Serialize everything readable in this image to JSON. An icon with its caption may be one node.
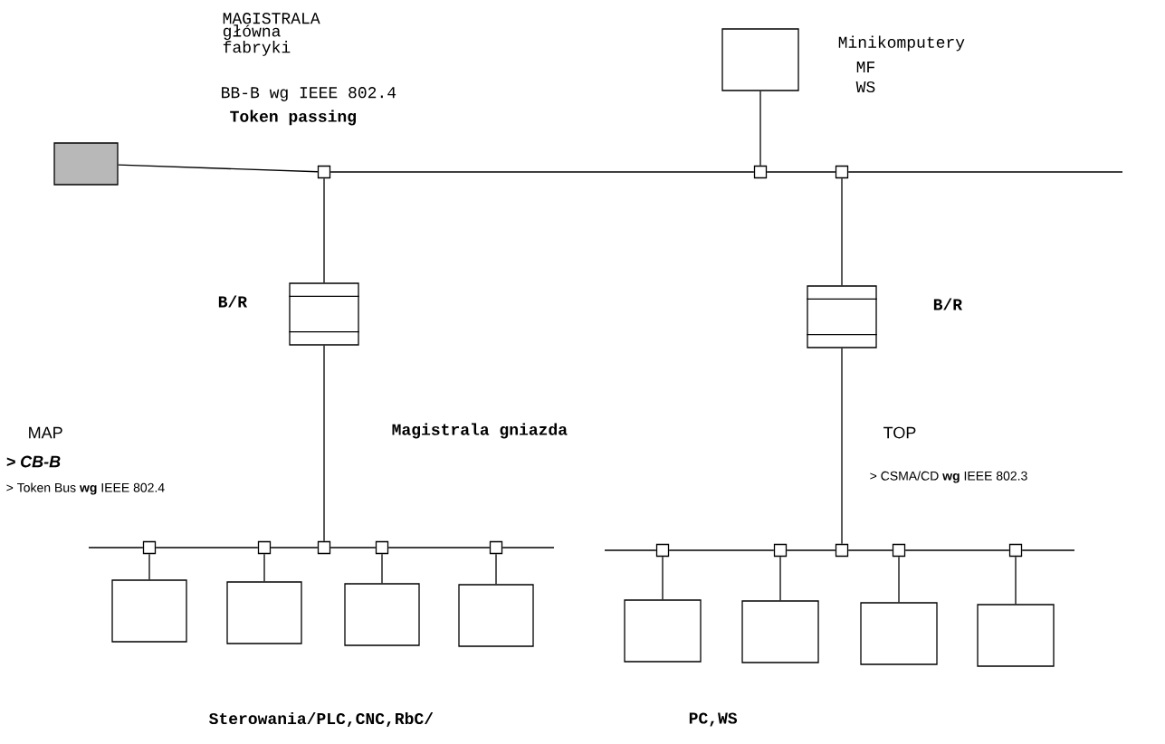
{
  "diagram": {
    "nodes": [
      {
        "text": [],
        "shape": "box"
      },
      {
        "text": [],
        "shape": "box"
      },
      {
        "text": [],
        "shape": "box"
      },
      {
        "text": [],
        "shape": "box"
      },
      {
        "text": [],
        "shape": "box",
        "beside": [
          "Minikomputery",
          "MF",
          "WS"
        ]
      },
      {
        "text": [
          "B/R"
        ]
      },
      {
        "text": [
          "B/R"
        ]
      },
      {
        "text": [],
        "shape": "box"
      },
      {
        "text": [],
        "shape": "box"
      },
      {
        "text": [],
        "shape": "box"
      },
      {
        "text": [],
        "shape": "box"
      },
      {
        "text": [],
        "shape": "box"
      },
      {
        "text": [],
        "shape": "box"
      },
      {
        "text": [],
        "shape": "box"
      },
      {
        "text": [],
        "shape": "box"
      },
      {
        "text": [],
        "shape": "box"
      },
      {
        "text": [],
        "shape": "box"
      },
      {
        "text": [],
        "shape": "box"
      },
      {
        "text": [],
        "shape": "box"
      },
      {
        "text": [],
        "shape": "box"
      },
      {
        "text": [],
        "shape": "box"
      },
      {
        "text": [],
        "shape": "box"
      },
      {
        "text": [],
        "shape": "box"
      },
      {
        "text": [],
        "shape": "box"
      },
      {
        "text": [],
        "shape": "box"
      }
    ],
    "edges": [
      {
        "from": 0,
        "to": 1,
        "arrow": "none"
      },
      {
        "from": 1,
        "to": 2,
        "arrow": "none"
      },
      {
        "from": 2,
        "to": 3,
        "arrow": "none"
      },
      {
        "from": 3,
        "to": null,
        "arrow": "none"
      },
      {
        "from": 4,
        "to": 2,
        "arrow": "none"
      },
      {
        "from": 1,
        "to": 5,
        "arrow": "none"
      },
      {
        "from": 3,
        "to": 6,
        "arrow": "none"
      },
      {
        "from": 5,
        "to": 9,
        "arrow": "none"
      },
      {
        "from": 6,
        "to": 14,
        "arrow": "none"
      },
      {
        "from": null,
        "to": 7,
        "arrow": "none"
      },
      {
        "from": 7,
        "to": 8,
        "arrow": "none"
      },
      {
        "from": 8,
        "to": 9,
        "arrow": "none"
      },
      {
        "from": 9,
        "to": 10,
        "arrow": "none"
      },
      {
        "from": 10,
        "to": 11,
        "arrow": "none"
      },
      {
        "from": 11,
        "to": null,
        "arrow": "none"
      },
      {
        "from": null,
        "to": 12,
        "arrow": "none"
      },
      {
        "from": 12,
        "to": 13,
        "arrow": "none"
      },
      {
        "from": 13,
        "to": 14,
        "arrow": "none"
      },
      {
        "from": 14,
        "to": 15,
        "arrow": "none"
      },
      {
        "from": 15,
        "to": 16,
        "arrow": "none"
      },
      {
        "from": 16,
        "to": null,
        "arrow": "none"
      },
      {
        "from": 7,
        "to": 17,
        "arrow": "none"
      },
      {
        "from": 8,
        "to": 18,
        "arrow": "none"
      },
      {
        "from": 10,
        "to": 19,
        "arrow": "none"
      },
      {
        "from": 11,
        "to": 20,
        "arrow": "none"
      },
      {
        "from": 12,
        "to": 21,
        "arrow": "none"
      },
      {
        "from": 13,
        "to": 22,
        "arrow": "none"
      },
      {
        "from": 15,
        "to": 23,
        "arrow": "none"
      },
      {
        "from": 16,
        "to": 24,
        "arrow": "none"
      }
    ],
    "labels": [
      "MAGISTRALA główna fabryki",
      "BB-B wg IEEE 802.4",
      "Token passing",
      "MAP",
      "> CB-B",
      "> Token Bus **wg** IEEE 802.4",
      "Magistrala gniazda",
      "TOP",
      "> CSMA/CD **wg** IEEE 802.3",
      "Sterowania/PLC,CNC,RbC/",
      "PC,WS"
    ]
  }
}
